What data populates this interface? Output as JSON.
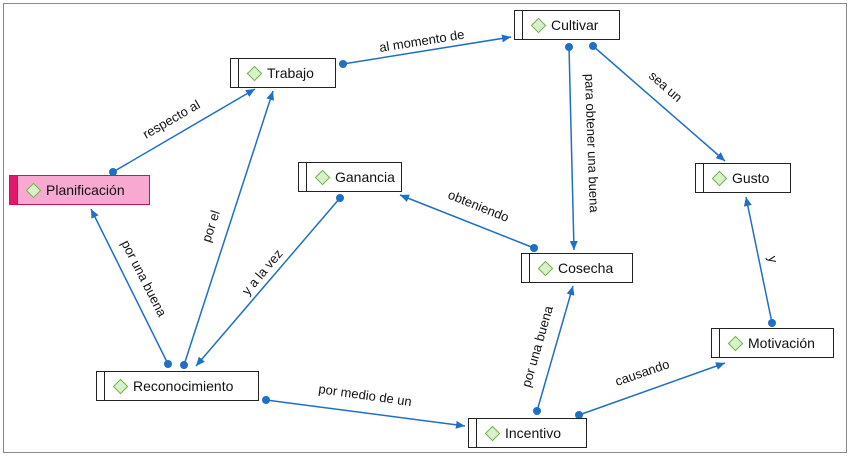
{
  "nodes": {
    "trabajo": "Trabajo",
    "cultivar": "Cultivar",
    "planificacion": "Planificación",
    "ganancia": "Ganancia",
    "gusto": "Gusto",
    "cosecha": "Cosecha",
    "motivacion": "Motivación",
    "reconocimiento": "Reconocimiento",
    "incentivo": "Incentivo"
  },
  "edges": {
    "al_momento_de": "al momento de",
    "respecto_al": "respecto al",
    "sea_un": "sea un",
    "para_obtener_una_buena": "para obtener una buena",
    "obteniendo": "obteniendo",
    "por_el": "por el",
    "y_a_la_vez": "y a la vez",
    "por_una_buena_left": "por una buena",
    "y": "y",
    "por_una_buena_right": "por una buena",
    "causando": "causando",
    "por_medio_de_un": "por medio de un"
  },
  "colors": {
    "line": "#1f6fc5",
    "highlight_fill": "#f7a9d2",
    "highlight_bar": "#e3176e",
    "diamond": "#6fb24c"
  },
  "icons": {
    "node_marker": "diamond-icon"
  }
}
